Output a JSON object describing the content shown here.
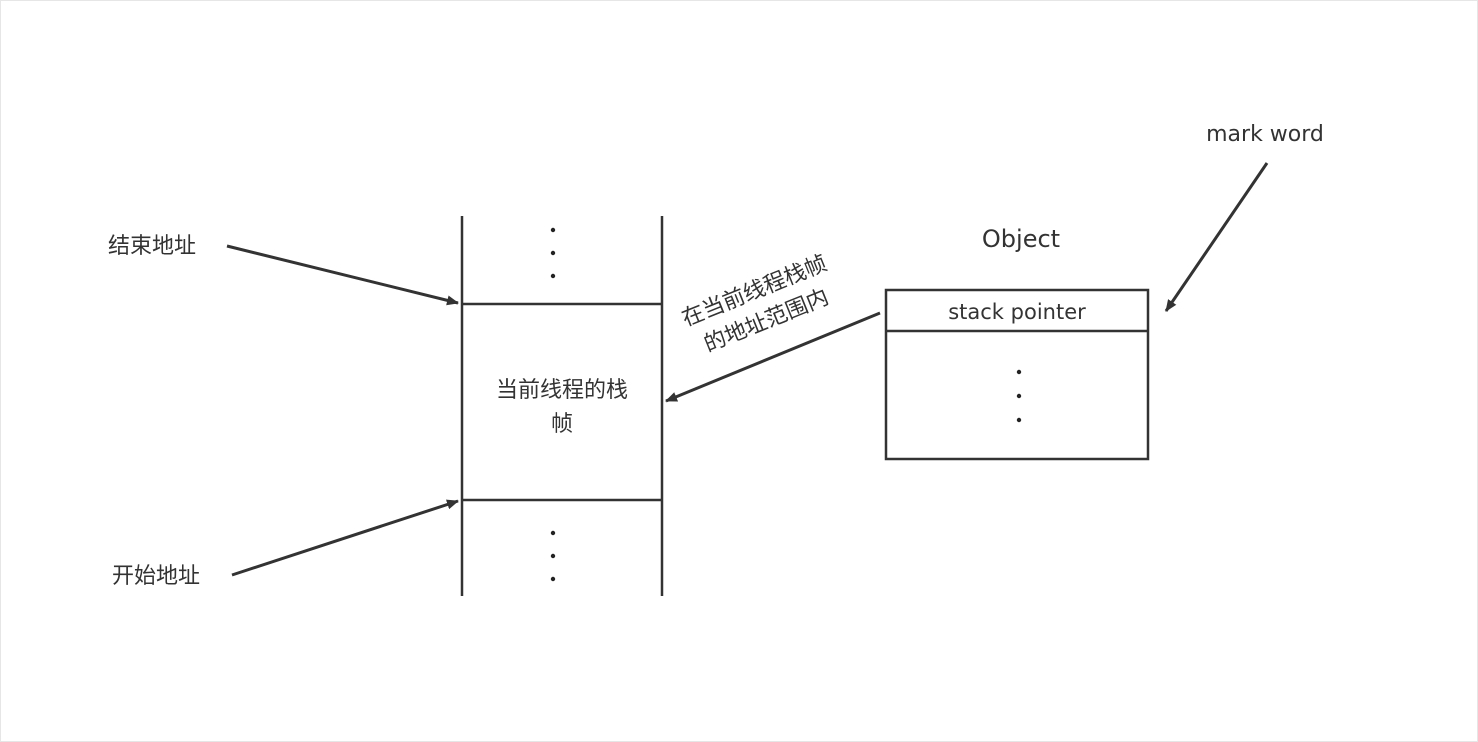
{
  "labels": {
    "end_address": "结束地址",
    "start_address": "开始地址",
    "current_frame_line1": "当前线程的栈",
    "current_frame_line2": "帧",
    "range_note_line1": "在当前线程栈帧",
    "range_note_line2": "的地址范围内",
    "object": "Object",
    "stack_pointer": "stack pointer",
    "mark_word": "mark word"
  },
  "colors": {
    "line": "#333333",
    "text": "#333333",
    "background": "#ffffff"
  }
}
